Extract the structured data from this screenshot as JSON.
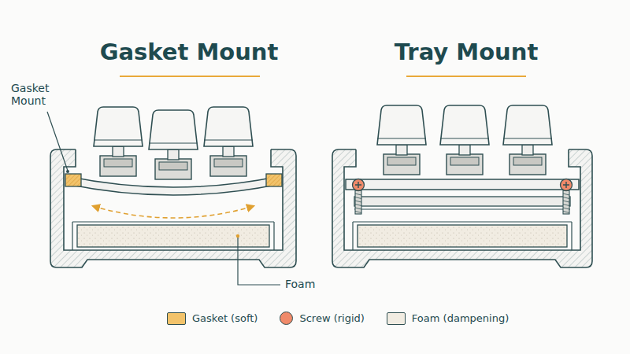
{
  "diagram": {
    "labels": [
      "Gasket Mount",
      "Tray Mount",
      "Gasket Mount",
      "Foam"
    ],
    "legend": [
      {
        "text": "Gasket (soft)",
        "color": "#f2c36b"
      },
      {
        "text": "Screw (rigid)",
        "color": "#f08a6a"
      },
      {
        "text": "Foam (dampening)",
        "color": "#f1ece2"
      }
    ]
  }
}
